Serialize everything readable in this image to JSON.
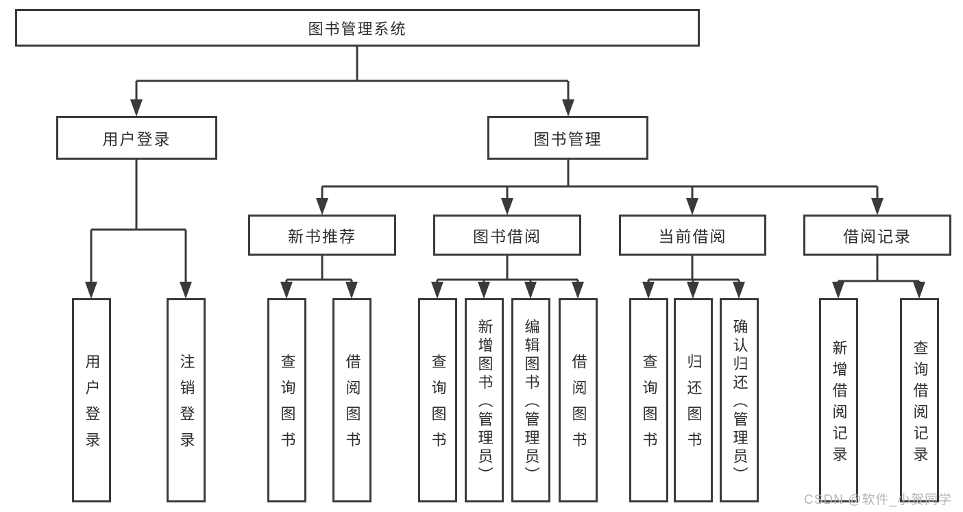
{
  "tree": {
    "label": "图书管理系统",
    "children": [
      {
        "label": "用户登录",
        "children": [
          {
            "label": "用户登录"
          },
          {
            "label": "注销登录"
          }
        ]
      },
      {
        "label": "图书管理",
        "children": [
          {
            "label": "新书推荐",
            "children": [
              {
                "label": "查询图书"
              },
              {
                "label": "借阅图书"
              }
            ]
          },
          {
            "label": "图书借阅",
            "children": [
              {
                "label": "查询图书"
              },
              {
                "label": "新增图书（管理员）"
              },
              {
                "label": "编辑图书（管理员）"
              },
              {
                "label": "借阅图书"
              }
            ]
          },
          {
            "label": "当前借阅",
            "children": [
              {
                "label": "查询图书"
              },
              {
                "label": "归还图书"
              },
              {
                "label": "确认归还（管理员）"
              }
            ]
          },
          {
            "label": "借阅记录",
            "children": [
              {
                "label": "新增借阅记录"
              },
              {
                "label": "查询借阅记录"
              }
            ]
          }
        ]
      }
    ]
  },
  "watermark": "CSDN @软件_小贺同学",
  "colors": {
    "line": "#3a3a3a",
    "text": "#2e2e2e",
    "watermark": "#b2b5b9",
    "background": "#ffffff"
  }
}
